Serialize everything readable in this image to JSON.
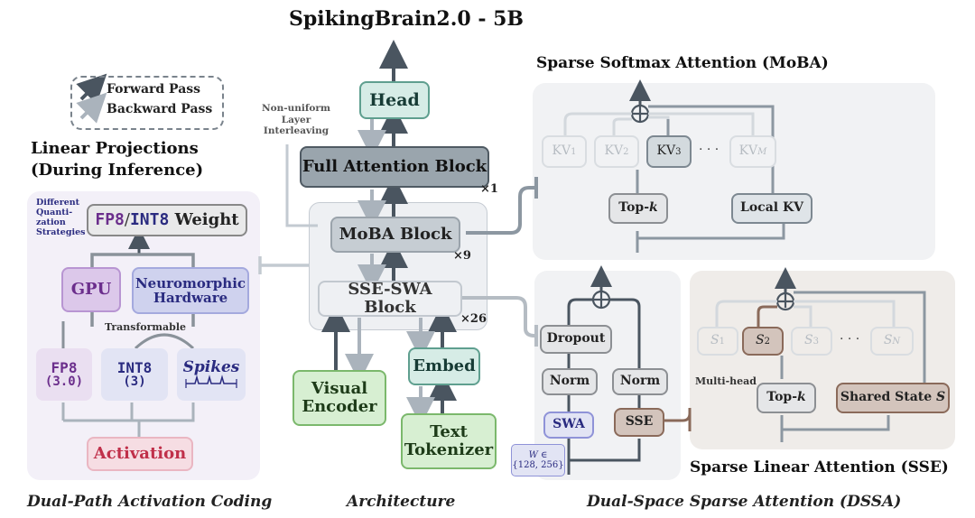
{
  "title": "SpikingBrain2.0 - 5B",
  "legend": {
    "forward": "Forward Pass",
    "backward": "Backward Pass"
  },
  "captions": {
    "dual_path": "Dual-Path Activation Coding",
    "architecture": "Architecture",
    "dssa": "Dual-Space Sparse Attention (DSSA)"
  },
  "linear": {
    "title_line1": "Linear Projections",
    "title_line2": "(During Inference)",
    "quant_note": [
      "Different",
      "Quanti-",
      "zation",
      "Strategies"
    ],
    "weight": {
      "fp8": "FP8",
      "slash": "/",
      "int8": "INT8",
      "word": " Weight"
    },
    "gpu": "GPU",
    "neuromorphic": [
      "Neuromorphic",
      "Hardware"
    ],
    "transformable": "Transformable",
    "fp8_box": {
      "top": "FP8",
      "bottom": "(3.0)"
    },
    "int8_box": {
      "top": "INT8",
      "bottom": "(3)"
    },
    "spikes": "Spikes",
    "activation": "Activation"
  },
  "arch": {
    "head": "Head",
    "full_attention": "Full Attention Block",
    "x1": "×1",
    "moba": "MoBA Block",
    "x9": "×9",
    "sse_swa": "SSE-SWA Block",
    "x26": "×26",
    "embed": "Embed",
    "visual_encoder": [
      "Visual",
      "Encoder"
    ],
    "text_tokenizer": [
      "Text",
      "Tokenizer"
    ],
    "nonuniform": [
      "Non-uniform",
      "Layer",
      "Interleaving"
    ]
  },
  "moba_panel": {
    "title": "Sparse Softmax Attention (MoBA)",
    "kv1": "KV",
    "kv1_sub": "1",
    "kv2": "KV",
    "kv2_sub": "2",
    "kv3": "KV",
    "kv3_sub": "3",
    "kvm": "KV",
    "kvm_sub": "M",
    "dots": "· · ·",
    "topk": "Top-",
    "topk_k": "k",
    "local_kv": "Local KV"
  },
  "dssa": {
    "dropout": "Dropout",
    "norm1": "Norm",
    "norm2": "Norm",
    "swa": "SWA",
    "sse": "SSE",
    "w_set": [
      "W ∈",
      "{128, 256}"
    ]
  },
  "sse_panel": {
    "title": "Sparse Linear Attention (SSE)",
    "s1": "S",
    "s1_sub": "1",
    "s2": "S",
    "s2_sub": "2",
    "s3": "S",
    "s3_sub": "3",
    "sn": "S",
    "sn_sub": "N",
    "dots": "· · ·",
    "multihead": "Multi-head",
    "topk": "Top-",
    "topk_k": "k",
    "shared_state": "Shared State ",
    "shared_state_s": "S"
  },
  "colors": {
    "panel_purple": "#f3f0f8",
    "panel_gray": "#f1f2f4",
    "panel_tan": "#efece9",
    "teal": "#d6ece6",
    "teal_border": "#5f9f8f",
    "dark_block": "#9aa5ad",
    "green": "#d7efd2",
    "green_border": "#7bb86c",
    "purple_text": "#6b2e8c",
    "navy_text": "#2a2b80",
    "red_text": "#c0304a"
  }
}
